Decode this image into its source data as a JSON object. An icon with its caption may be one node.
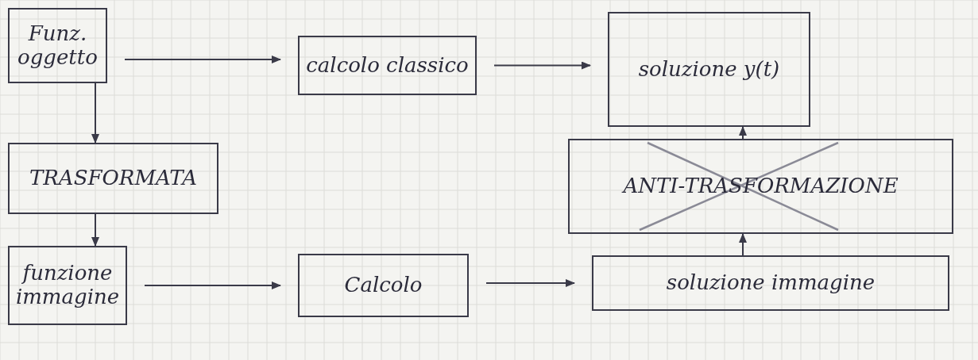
{
  "diagram": {
    "nodes": [
      {
        "text": [
          "Funz. oggetto"
        ]
      },
      {
        "text": [
          "calcolo classico"
        ]
      },
      {
        "text": [
          "soluzione y(t)"
        ]
      },
      {
        "text": [
          "TRASFORMATA"
        ]
      },
      {
        "text": [
          "funzione immagine"
        ]
      },
      {
        "text": [
          "Calcolo"
        ]
      },
      {
        "text": [
          "soluzione immagine"
        ]
      },
      {
        "text": [
          "ANTI-TRASFORMAZIONE"
        ]
      }
    ],
    "edges": [
      {
        "from": 0,
        "to": 1,
        "arrow": "to"
      },
      {
        "from": 1,
        "to": 2,
        "arrow": "to"
      },
      {
        "from": 0,
        "to": 3,
        "arrow": "to"
      },
      {
        "from": 3,
        "to": 4,
        "arrow": "to"
      },
      {
        "from": 4,
        "to": 5,
        "arrow": "to"
      },
      {
        "from": 5,
        "to": 6,
        "arrow": "to"
      },
      {
        "from": 6,
        "to": 7,
        "arrow": "to"
      },
      {
        "from": 7,
        "to": 2,
        "arrow": "to"
      }
    ]
  }
}
